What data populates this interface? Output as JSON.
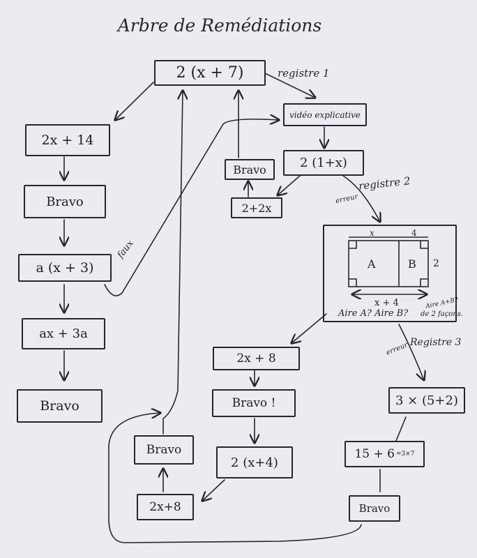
{
  "title": "Arbre de Remédiations",
  "nodes": {
    "root": "2 (x + 7)",
    "video": "vidéo explicative",
    "left1": "2x + 14",
    "left2": "Bravo",
    "left3": "a (x + 3)",
    "left4": "ax + 3a",
    "left5": "Bravo",
    "mid_bravo": "Bravo",
    "mid_2_1x": "2 (1+x)",
    "mid_2_2x": "2+2x",
    "c_2x8": "2x + 8",
    "c_bravo": "Bravo !",
    "c_2x4": "2 (x+4)",
    "c_2x8b": "2x+8",
    "c_bravo2": "Bravo",
    "r_3x": "3 × (5+2)",
    "r_15": "15 + 6",
    "r_15_note": "=3×7",
    "r_bravo": "Bravo"
  },
  "labels": {
    "registre1": "registre 1",
    "registre2": "registre 2",
    "registre3": "Registre 3",
    "erreur1": "erreur",
    "erreur2": "erreur",
    "faux": "faux"
  },
  "figure": {
    "top_x": "x",
    "top_4": "4",
    "area_a": "A",
    "area_b": "B",
    "side_2": "2",
    "bottom_len": "x + 4",
    "question": "Aire A? Aire B?",
    "note_line1": "Aire A+B?",
    "note_line2": "de 2 façons."
  },
  "colors": {
    "ink": "#262630",
    "paper": "#ecebf0"
  }
}
